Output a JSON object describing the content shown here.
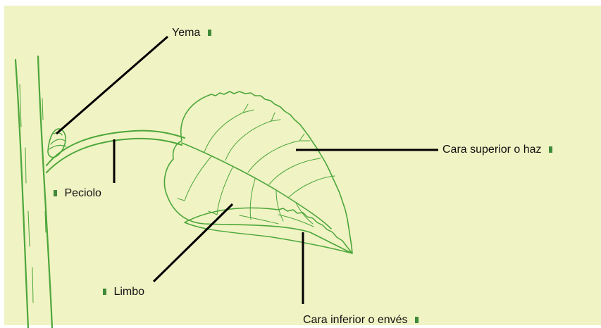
{
  "colors": {
    "background": "#f0f3c4",
    "plant_line": "#4ca63a",
    "pointer_line": "#000000",
    "marker": "#3f8a3a"
  },
  "labels": {
    "yema": "Yema",
    "peciolo": "Peciolo",
    "limbo": "Limbo",
    "cara_superior": "Cara superior o haz",
    "cara_inferior": "Cara inferior o envés"
  }
}
